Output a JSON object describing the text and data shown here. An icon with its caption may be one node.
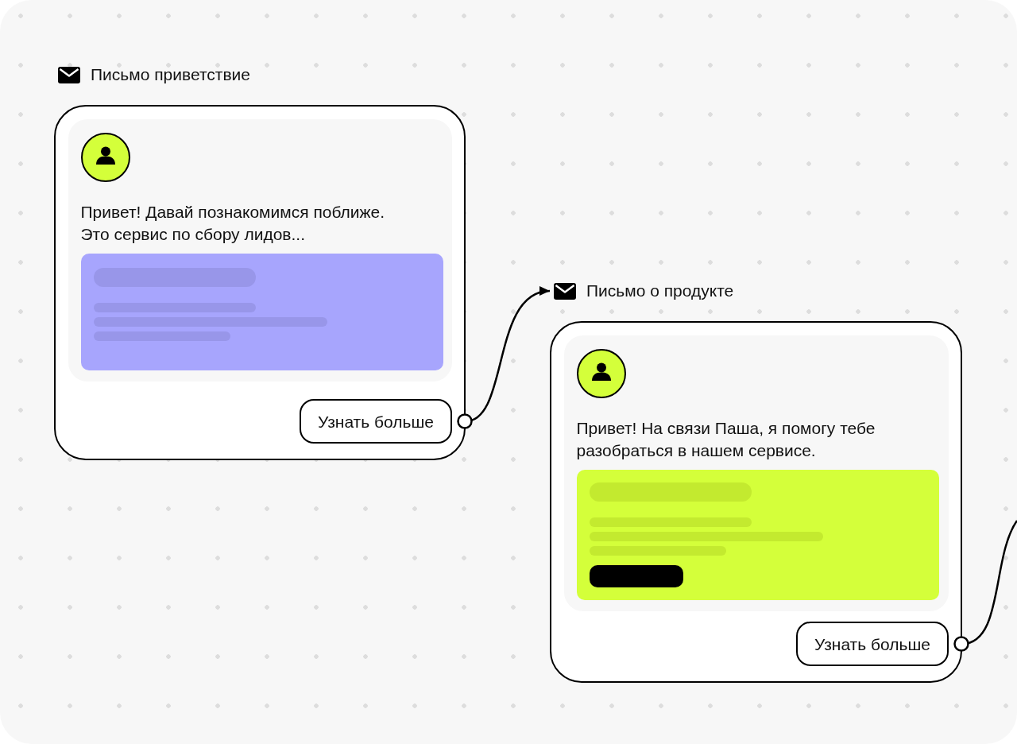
{
  "diagram": {
    "nodes": [
      {
        "text": [
          "Письмо приветствие",
          "Привет! Давай познакомимся поближе. Это сервис по сбору лидов..."
        ]
      },
      {
        "text": [
          "Узнать больше"
        ],
        "in": 0
      },
      {
        "text": [
          "Письмо о продукте",
          "Привет! На связи Паша, я помогу тебе разобраться в нашем сервисе."
        ]
      },
      {
        "text": [
          "Узнать больше"
        ],
        "in": 2
      }
    ],
    "edges": [
      {
        "from": 0,
        "to": 2,
        "arrow": "to"
      },
      {
        "from": 2,
        "to": null,
        "arrow": "other"
      }
    ]
  }
}
